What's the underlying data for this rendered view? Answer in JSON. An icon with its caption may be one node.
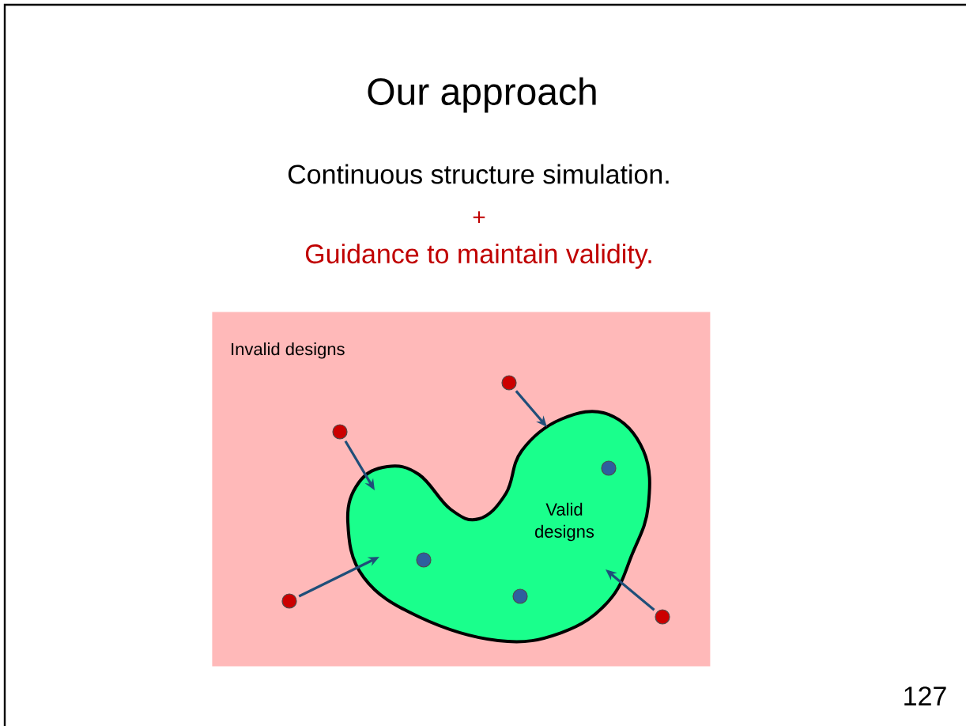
{
  "diagram": {
    "title": "Our approach",
    "nodes": [
      {
        "text": [
          "Invalid designs"
        ]
      },
      {
        "text": [
          "Valid designs"
        ],
        "in": 0
      },
      {
        "text": [],
        "shape": "circle",
        "in": 0
      },
      {
        "text": [],
        "shape": "circle",
        "in": 0
      },
      {
        "text": [],
        "shape": "circle",
        "in": 1
      },
      {
        "text": [],
        "shape": "circle",
        "in": 1
      },
      {
        "text": [],
        "shape": "circle",
        "in": 1
      },
      {
        "text": [],
        "shape": "circle",
        "in": 0
      },
      {
        "text": [],
        "shape": "circle",
        "in": 0
      }
    ],
    "edges": [
      {
        "from": 2,
        "to": 1,
        "arrow": "to"
      },
      {
        "from": 3,
        "to": 1,
        "arrow": "to"
      },
      {
        "from": 7,
        "to": 1,
        "arrow": "to"
      },
      {
        "from": 8,
        "to": 1,
        "arrow": "to"
      }
    ],
    "labels": [
      "Continuous structure simulation.",
      "+",
      "Guidance to maintain validity.",
      "127"
    ]
  }
}
